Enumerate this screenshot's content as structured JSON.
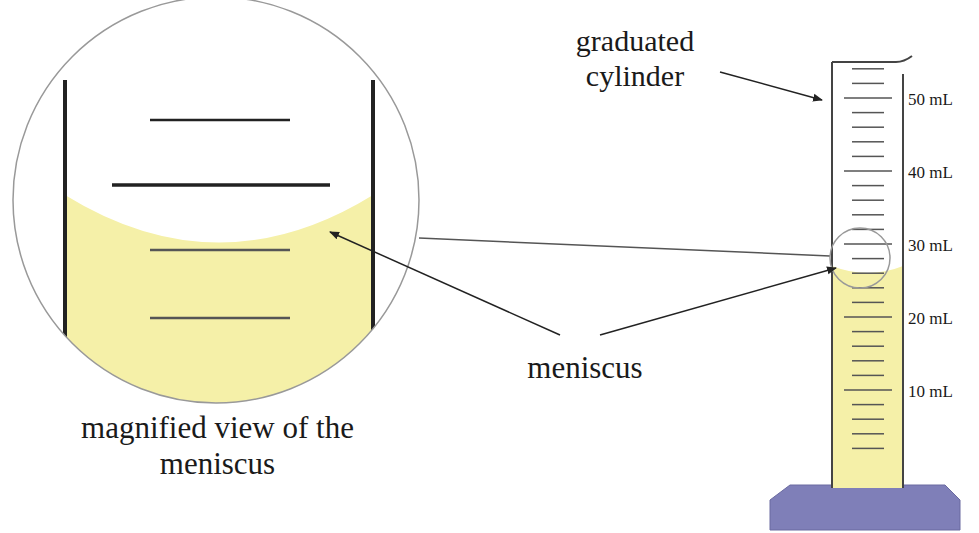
{
  "diagram": {
    "labels": [
      "graduated cylinder",
      "50 mL",
      "40 mL",
      "30 mL",
      "20 mL",
      "10 mL",
      "meniscus",
      "magnified view of the meniscus"
    ]
  }
}
